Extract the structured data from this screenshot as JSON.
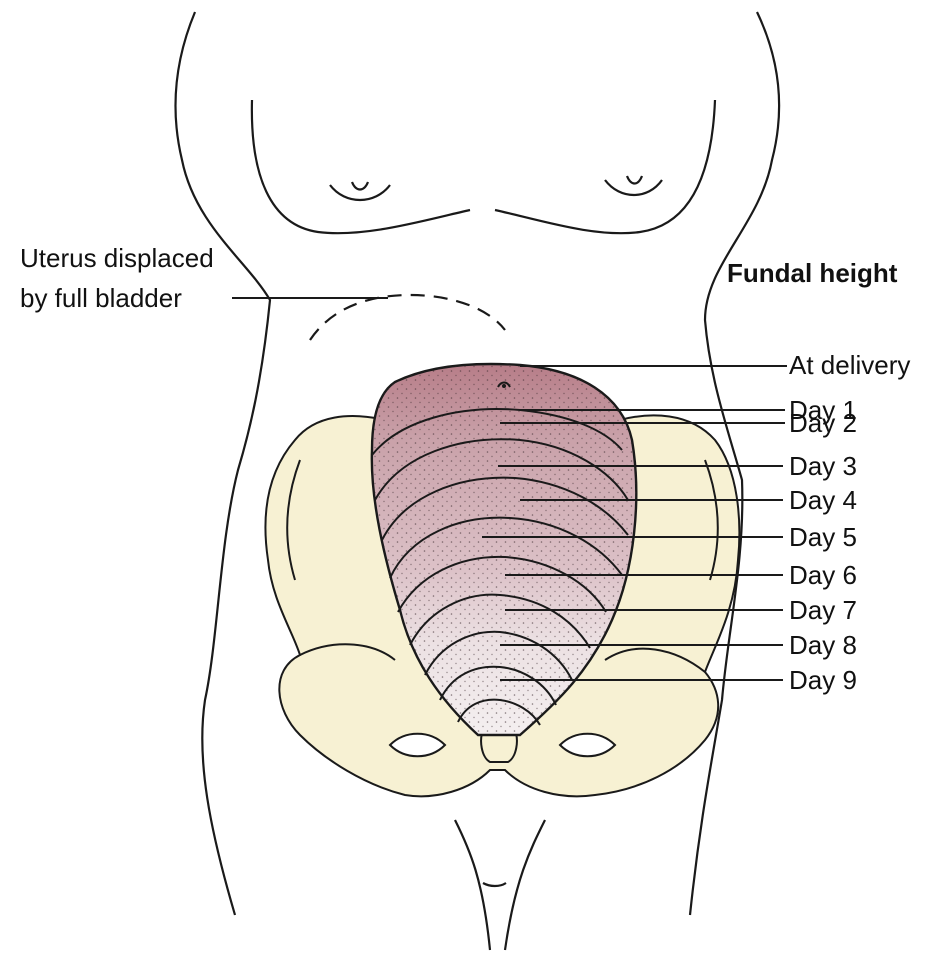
{
  "annotations": {
    "bladder_line1": "Uterus displaced",
    "bladder_line2": "by full bladder",
    "fundal_height_title": "Fundal height"
  },
  "fundal_levels": [
    "At delivery",
    "Day 1",
    "Day 2",
    "Day 3",
    "Day 4",
    "Day 5",
    "Day 6",
    "Day 7",
    "Day 8",
    "Day 9"
  ],
  "colors": {
    "pelvis": "#f7f1d3",
    "uterus_top": "#b77d88",
    "uterus_mid": "#dcc1c7",
    "uterus_bottom": "#f1ebec",
    "outline": "#1a1a1a"
  }
}
